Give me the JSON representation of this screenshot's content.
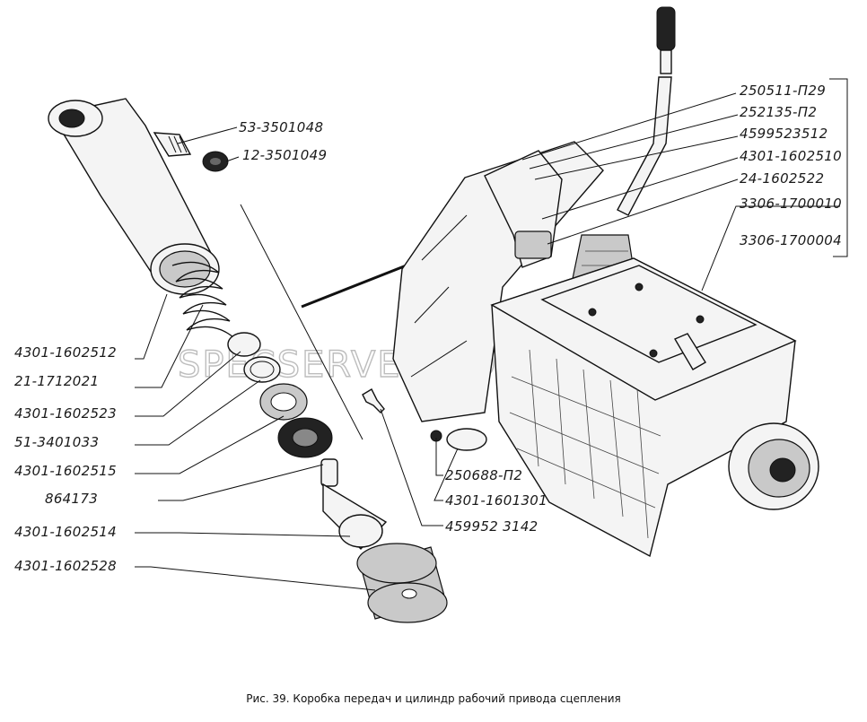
{
  "caption": "Рис. 39. Коробка передач и цилиндр рабочий привода сцепления",
  "watermark": "SPECSERVER.COM",
  "labels": {
    "l_53_3501048": "53-3501048",
    "l_12_3501049": "12-3501049",
    "l_4301_1602512": "4301-1602512",
    "l_21_1712021": "21-1712021",
    "l_4301_1602523": "4301-1602523",
    "l_51_3401033": "51-3401033",
    "l_4301_1602515": "4301-1602515",
    "l_864173": "864173",
    "l_4301_1602514": "4301-1602514",
    "l_4301_1602528": "4301-1602528",
    "l_250511_p29": "250511-П29",
    "l_252135_p2": "252135-П2",
    "l_459952_3512": "4599523512",
    "l_4301_1602510": "4301-1602510",
    "l_24_1602522": "24-1602522",
    "l_3306_1700010": "3306-1700010",
    "l_3306_1700004": "3306-1700004",
    "l_250688_p2": "250688-П2",
    "l_4301_1601301": "4301-1601301",
    "l_459952_3142": "459952 3142"
  }
}
